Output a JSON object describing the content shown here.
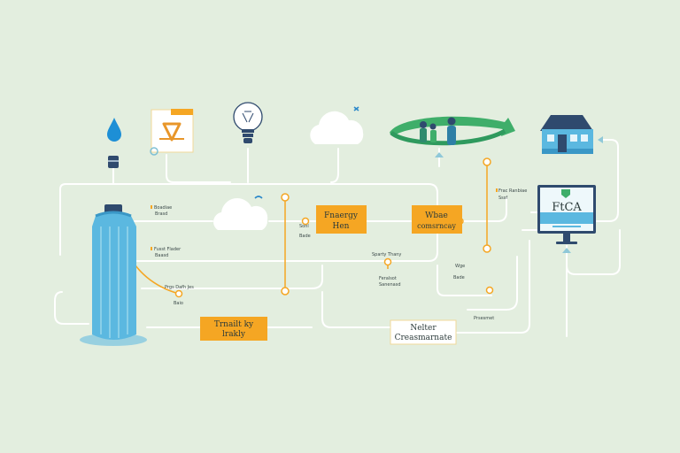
{
  "nodes": {
    "energy_hub": {
      "line1": "Fnaergy",
      "line2": "Hen"
    },
    "water_commodity": {
      "line1": "Wbae",
      "line2": "comsrncay"
    },
    "treatment_body": {
      "line1": "Trnailt ky",
      "line2": "lrakly"
    },
    "toller_creamamate": {
      "line1": "Nelter",
      "line2": "Creasmarnate"
    }
  },
  "monitor": {
    "title": "FtCA"
  },
  "labels": {
    "l1": "Boadiae",
    "l2": "Brasd",
    "l3": "Sonl",
    "l4": "Bade",
    "l5": "Fusst Flader",
    "l6": "Baasd",
    "l7": "Prgs Dafh Jes",
    "l8": "Baio",
    "l9": "Sparty Thany",
    "l10": "Feralsot",
    "l11": "Sanenasd",
    "l12": "Frac Ranbiae",
    "l13": "Sssf",
    "l14": "Wge",
    "l15": "Bade",
    "l16": "Prsesmet"
  },
  "colors": {
    "background": "#e3eedf",
    "connector": "#ffffff",
    "accent_orange": "#f5a623",
    "accent_blue": "#5bb8e0",
    "accent_green": "#3fae6a",
    "navy": "#2f4a6e"
  }
}
